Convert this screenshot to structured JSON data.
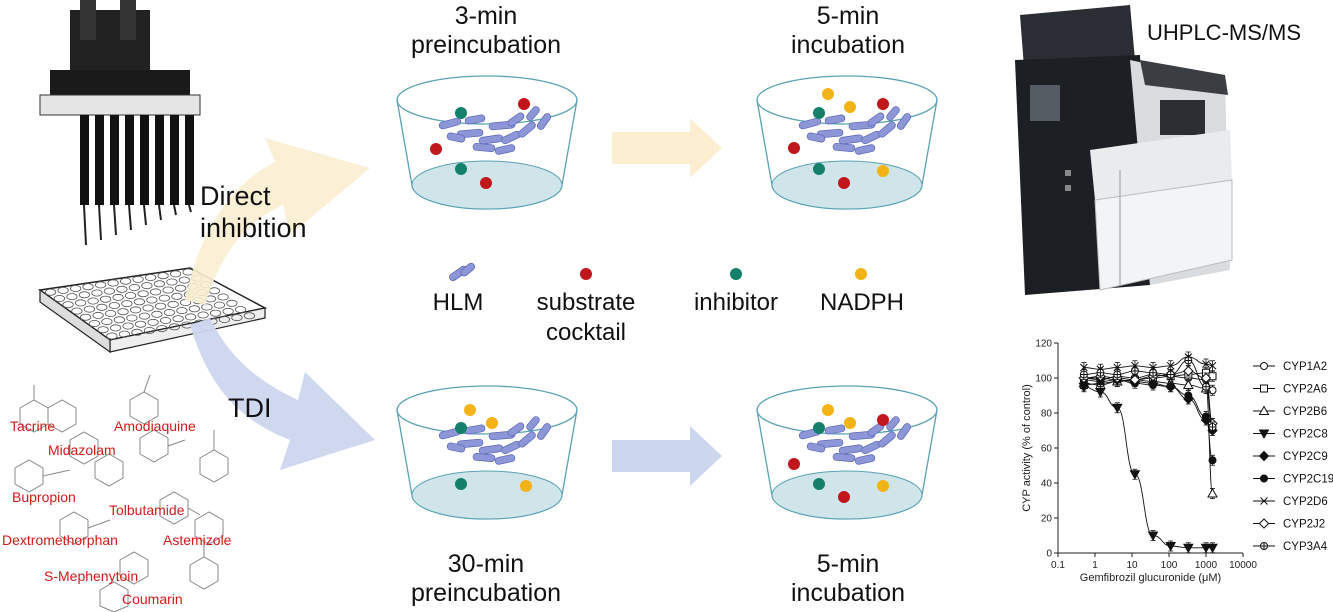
{
  "steps": {
    "direct_pre": [
      "3-min",
      "preincubation"
    ],
    "direct_inc": [
      "5-min",
      "incubation"
    ],
    "tdi_pre": [
      "30-min",
      "preincubation"
    ],
    "tdi_inc": [
      "5-min",
      "incubation"
    ]
  },
  "flow": {
    "direct": [
      "Direct",
      "inhibition"
    ],
    "tdi": "TDI"
  },
  "legend": {
    "hlm": "HLM",
    "substrate": [
      "substrate",
      "cocktail"
    ],
    "inhibitor": "inhibitor",
    "nadph": "NADPH"
  },
  "instrument": "UHPLC-MS/MS",
  "drugs": [
    "Tacrine",
    "Amodiaquine",
    "Midazolam",
    "Bupropion",
    "Tolbutamide",
    "Dextromethorphan",
    "S-Mephenytoin",
    "Astemizole",
    "Coumarin"
  ],
  "colors": {
    "substrate": "#c0161c",
    "inhibitor": "#14806a",
    "nadph": "#f2b316",
    "hlm": "#8d97d8",
    "direct_arrow": "#fbeed1",
    "tdi_arrow": "#ccd6ee",
    "well_bottom": "#cfe5ea",
    "drug_text": "#d11a1a"
  },
  "chart_data": {
    "type": "scatter",
    "ylabel": "CYP activity (% of control)",
    "xlabel": "Gemfibrozil glucuronide (μM)",
    "xscale": "log",
    "xlim": [
      0.1,
      10000
    ],
    "ylim": [
      0,
      120
    ],
    "xticks": [
      "0.1",
      "1",
      "10",
      "100",
      "1000",
      "10000"
    ],
    "yticks": [
      "0",
      "20",
      "40",
      "60",
      "80",
      "100",
      "120"
    ],
    "x": [
      0.5,
      1.4,
      4,
      12,
      37,
      111,
      333,
      1000,
      1500
    ],
    "series": [
      {
        "name": "CYP1A2",
        "marker": "circle-open",
        "values": [
          100,
          99,
          101,
          100,
          102,
          101,
          100,
          99,
          93
        ]
      },
      {
        "name": "CYP2A6",
        "marker": "square-open",
        "values": [
          96,
          97,
          98,
          99,
          100,
          101,
          102,
          103,
          101
        ]
      },
      {
        "name": "CYP2B6",
        "marker": "triangle-open",
        "values": [
          97,
          96,
          98,
          99,
          98,
          97,
          96,
          94,
          34
        ]
      },
      {
        "name": "CYP2C8",
        "marker": "triangle-down-filled",
        "values": [
          95,
          92,
          83,
          45,
          10,
          4,
          3,
          3,
          3
        ]
      },
      {
        "name": "CYP2C9",
        "marker": "diamond-filled",
        "values": [
          100,
          100,
          99,
          98,
          97,
          95,
          88,
          76,
          70
        ]
      },
      {
        "name": "CYP2C19",
        "marker": "circle-filled",
        "values": [
          99,
          98,
          99,
          97,
          96,
          95,
          90,
          78,
          53
        ]
      },
      {
        "name": "CYP2D6",
        "marker": "cross",
        "values": [
          106,
          105,
          106,
          107,
          106,
          107,
          112,
          108,
          107
        ]
      },
      {
        "name": "CYP2J2",
        "marker": "diamond-open",
        "values": [
          100,
          101,
          100,
          99,
          101,
          102,
          104,
          100,
          74
        ]
      },
      {
        "name": "CYP3A4",
        "marker": "circle-cross",
        "values": [
          102,
          103,
          102,
          104,
          103,
          102,
          110,
          95,
          72
        ]
      }
    ]
  }
}
